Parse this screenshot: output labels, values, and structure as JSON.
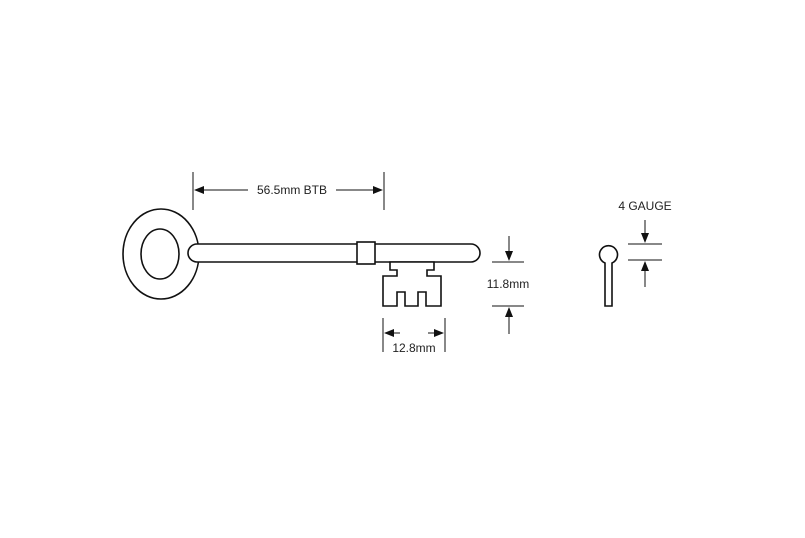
{
  "dimensions": {
    "length_label": "56.5mm BTB",
    "bit_height_label": "11.8mm",
    "bit_width_label": "12.8mm",
    "gauge_label": "4 GAUGE"
  },
  "colors": {
    "line": "#111111",
    "text": "#222222",
    "background": "#ffffff"
  }
}
